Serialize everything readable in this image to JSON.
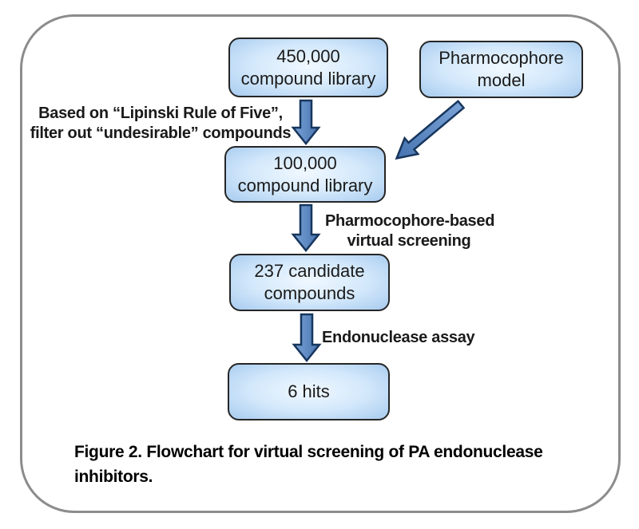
{
  "figure": {
    "caption_line1": "Figure 2. Flowchart for virtual screening of PA endonuclease",
    "caption_line2": "inhibitors."
  },
  "flowchart": {
    "boxes": {
      "library450k": {
        "line1": "450,000",
        "line2": "compound library"
      },
      "pharmacophore_model": {
        "line1": "Pharmocophore",
        "line2": "model"
      },
      "library100k": {
        "line1": "100,000",
        "line2": "compound library"
      },
      "candidates": {
        "line1": "237 candidate",
        "line2": "compounds"
      },
      "hits": {
        "line1": "6 hits"
      }
    },
    "labels": {
      "lipinski_line1": "Based on “Lipinski Rule of Five”,",
      "lipinski_line2": "filter out “undesirable” compounds",
      "screening_line1": "Pharmocophore-based",
      "screening_line2": "virtual screening",
      "assay": "Endonuclease assay"
    },
    "colors": {
      "frame_border": "#8c8c8c",
      "box_border": "#262626",
      "box_fill_light": "#f0f8ff",
      "box_fill_mid": "#d3e8fb",
      "box_fill_dark": "#a7cbef",
      "arrow_fill_light": "#7aa3d6",
      "arrow_fill_dark": "#4673b0",
      "arrow_border": "#17365d",
      "text": "#1a1a1a"
    }
  }
}
